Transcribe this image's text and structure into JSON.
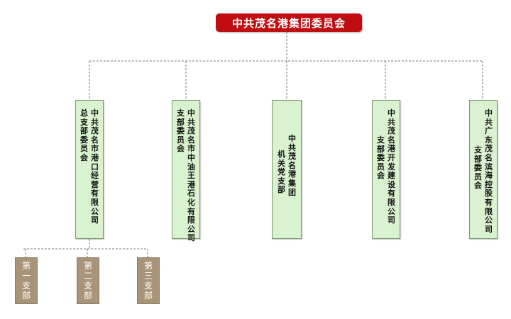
{
  "root": {
    "label": "中共茂名港集团委员会"
  },
  "branches": [
    {
      "name": "port-operations-committee",
      "lines": [
        "中共茂名市港口经营有限公司",
        "总支部委员会"
      ]
    },
    {
      "name": "cnooc-kingport-committee",
      "lines": [
        "中共茂名市中油王港石化有限公司",
        "支部委员会"
      ]
    },
    {
      "name": "group-office-branch",
      "lines": [
        "中共茂名港集团",
        "机关党支部"
      ]
    },
    {
      "name": "port-development-committee",
      "lines": [
        "中共茂名港开发建设有限公司",
        "支部委员会"
      ]
    },
    {
      "name": "binhai-holdings-committee",
      "lines": [
        "中共广东茂名滨海控股有限公司",
        "支部委员会"
      ]
    }
  ],
  "sub_branches": [
    {
      "label": "第一支部"
    },
    {
      "label": "第二支部"
    },
    {
      "label": "第三支部"
    }
  ],
  "colors": {
    "root_bg": "#c00d12",
    "branch_bg": "#d9f2cf",
    "sub_bg": "#a89478",
    "line": "#7a7a7a"
  }
}
